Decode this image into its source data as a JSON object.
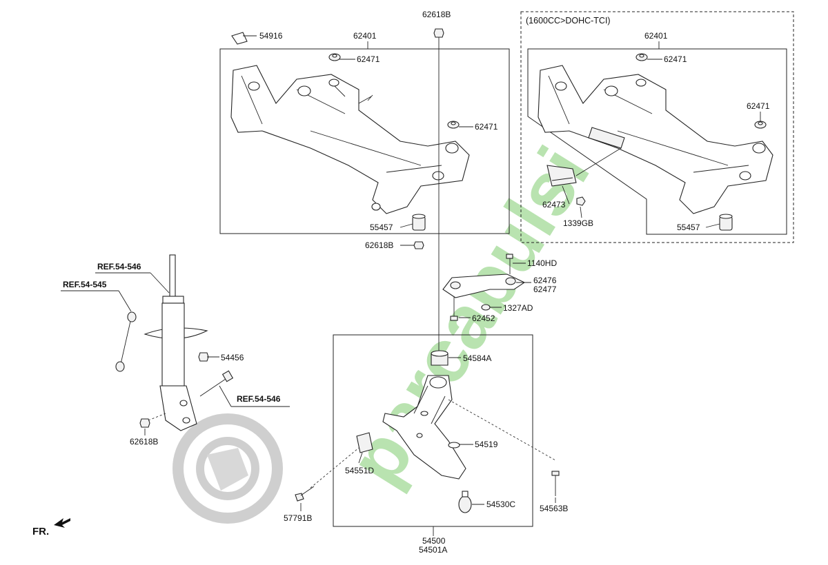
{
  "diagram": {
    "variant_title": "(1600CC>DOHC-TCI)",
    "direction_label": "FR.",
    "watermark_text": "parcabulsi",
    "colors": {
      "watermark_green": "#b9e3b0",
      "watermark_blue": "#c3d9ee",
      "watermark_gray": "#cfcfcf",
      "line": "#222222"
    },
    "labels": {
      "p62618b_top": "62618B",
      "p62401_left": "62401",
      "p54916": "54916",
      "p62471_l1": "62471",
      "p62471_l2": "62471",
      "p55457_left": "55457",
      "p62618b_mid": "62618B",
      "p62401_right": "62401",
      "p62471_r1": "62471",
      "p62471_r2": "62471",
      "p62473": "62473",
      "p1339gb": "1339GB",
      "p55457_right": "55457",
      "p1140hd": "1140HD",
      "p62476": "62476",
      "p62477": "62477",
      "p1327ad": "1327AD",
      "p62452": "62452",
      "p54584a": "54584A",
      "p54519": "54519",
      "p54551d": "54551D",
      "p54530c": "54530C",
      "p54563b": "54563B",
      "p57791b": "57791B",
      "p54500": "54500",
      "p54501a": "54501A",
      "p54456": "54456",
      "p62618b_bot": "62618B",
      "ref_54546_a": "REF.54-546",
      "ref_54545": "REF.54-545",
      "ref_54546_b": "REF.54-546"
    }
  }
}
